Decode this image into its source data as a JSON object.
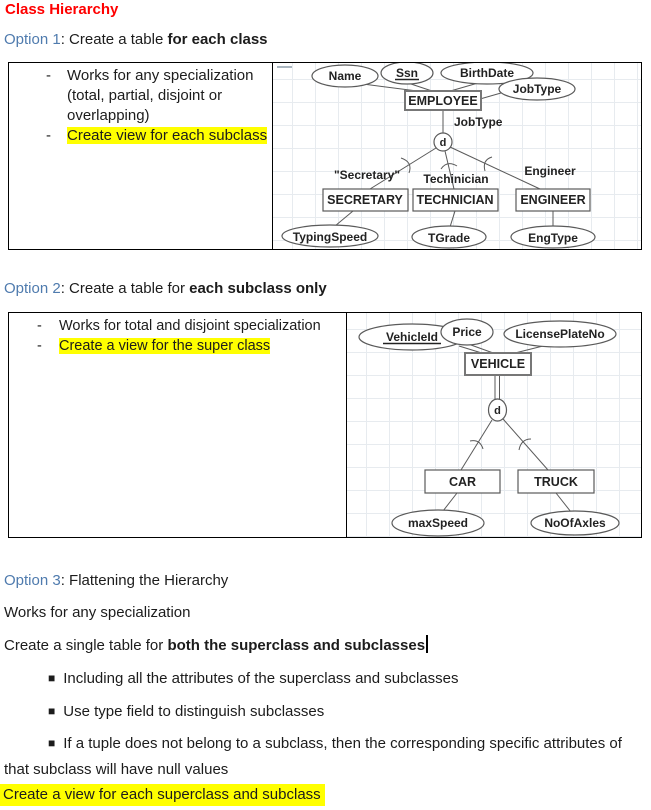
{
  "colors": {
    "heading_red": "#ff0000",
    "option_blue": "#4f7bae",
    "highlight_yellow": "#ffff00"
  },
  "title": "Class Hierarchy",
  "bullet_marker": "-",
  "square_marker": "■",
  "option1": {
    "label": "Option 1",
    "rest": ": Create a table ",
    "rest_bold": "for each class",
    "bullet1": "Works for any specialization (total, partial, disjoint or overlapping)",
    "bullet2": "Create view for each subclass"
  },
  "option2": {
    "label": "Option 2",
    "rest": ": Create a table for ",
    "rest_bold": "each subclass only",
    "bullet1": "Works for total and disjoint specialization",
    "bullet2": "Create a view for the super class"
  },
  "option3": {
    "label": "Option 3",
    "rest": ": Flattening the Hierarchy",
    "para1": "Works for any specialization",
    "para2": "Create a single table for ",
    "para2_bold": "both the superclass and subclasses",
    "bullets": [
      "Including all the attributes of the superclass and subclasses",
      "Use type field to distinguish subclasses",
      "If a tuple does not belong to a subclass, then the corresponding specific attributes of that subclass will have null values"
    ],
    "highlight": "Create a view for each superclass and subclass"
  },
  "diagram1": {
    "attr_name": "Name",
    "attr_ssn": "Ssn",
    "attr_birthdate": "BirthDate",
    "attr_jobtype": "JobType",
    "entity": "EMPLOYEE",
    "link_label": "JobType",
    "d": "d",
    "label_secretary": "\"Secretary\"",
    "label_technician": "Techinician",
    "label_engineer": "Engineer",
    "sub_secretary": "SECRETARY",
    "sub_technician": "TECHNICIAN",
    "sub_engineer": "ENGINEER",
    "attr_typingspeed": "TypingSpeed",
    "attr_tgrade": "TGrade",
    "attr_engtype": "EngType"
  },
  "diagram2": {
    "attr_vehicleid": "VehicleId",
    "attr_price": "Price",
    "attr_licenseplateno": "LicensePlateNo",
    "entity": "VEHICLE",
    "d": "d",
    "sub_car": "CAR",
    "sub_truck": "TRUCK",
    "attr_maxspeed": "maxSpeed",
    "attr_noofaxles": "NoOfAxles"
  }
}
